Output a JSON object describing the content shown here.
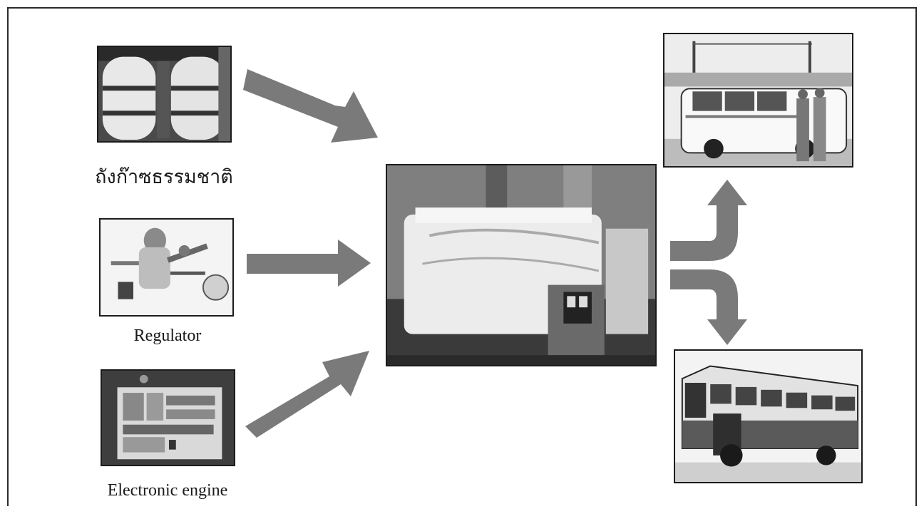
{
  "components": {
    "tank": {
      "label": "ถังก๊าซธรรมชาติ"
    },
    "regulator": {
      "label": "Regulator"
    },
    "ecu": {
      "label": "Electronic engine"
    }
  },
  "colors": {
    "arrow": "#7a7a7a",
    "border": "#1c1c1c",
    "caption": "#1a1a1a"
  }
}
